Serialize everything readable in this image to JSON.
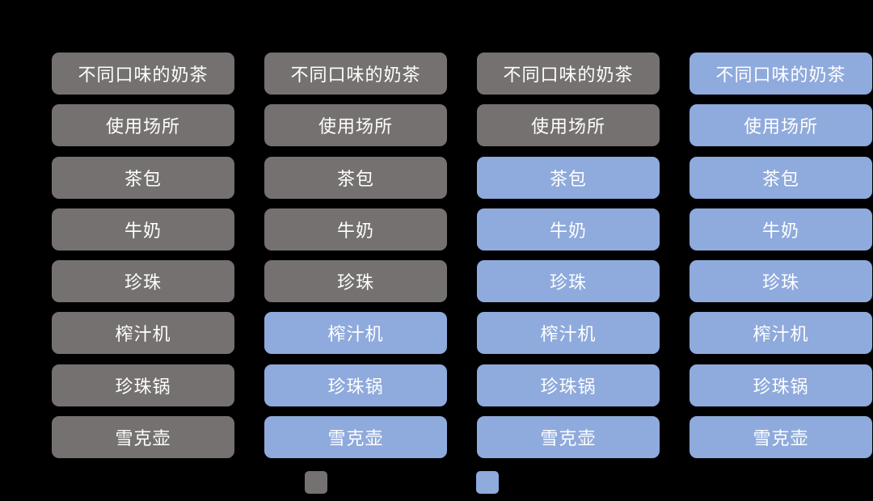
{
  "background": "#000000",
  "colors": {
    "base": "#767171",
    "highlight": "#8FAADC",
    "text": "#FFFFFF"
  },
  "columns": [
    {
      "name": "column-1",
      "cells": [
        {
          "label": "不同口味的奶茶",
          "state": "base"
        },
        {
          "label": "使用场所",
          "state": "base"
        },
        {
          "label": "茶包",
          "state": "base"
        },
        {
          "label": "牛奶",
          "state": "base"
        },
        {
          "label": "珍珠",
          "state": "base"
        },
        {
          "label": "榨汁机",
          "state": "base"
        },
        {
          "label": "珍珠锅",
          "state": "base"
        },
        {
          "label": "雪克壶",
          "state": "base"
        }
      ]
    },
    {
      "name": "column-2",
      "cells": [
        {
          "label": "不同口味的奶茶",
          "state": "base"
        },
        {
          "label": "使用场所",
          "state": "base"
        },
        {
          "label": "茶包",
          "state": "base"
        },
        {
          "label": "牛奶",
          "state": "base"
        },
        {
          "label": "珍珠",
          "state": "base"
        },
        {
          "label": "榨汁机",
          "state": "highlight"
        },
        {
          "label": "珍珠锅",
          "state": "highlight"
        },
        {
          "label": "雪克壶",
          "state": "highlight"
        }
      ]
    },
    {
      "name": "column-3",
      "cells": [
        {
          "label": "不同口味的奶茶",
          "state": "base"
        },
        {
          "label": "使用场所",
          "state": "base"
        },
        {
          "label": "茶包",
          "state": "highlight"
        },
        {
          "label": "牛奶",
          "state": "highlight"
        },
        {
          "label": "珍珠",
          "state": "highlight"
        },
        {
          "label": "榨汁机",
          "state": "highlight"
        },
        {
          "label": "珍珠锅",
          "state": "highlight"
        },
        {
          "label": "雪克壶",
          "state": "highlight"
        }
      ]
    },
    {
      "name": "column-4",
      "cells": [
        {
          "label": "不同口味的奶茶",
          "state": "highlight"
        },
        {
          "label": "使用场所",
          "state": "highlight"
        },
        {
          "label": "茶包",
          "state": "highlight"
        },
        {
          "label": "牛奶",
          "state": "highlight"
        },
        {
          "label": "珍珠",
          "state": "highlight"
        },
        {
          "label": "榨汁机",
          "state": "highlight"
        },
        {
          "label": "珍珠锅",
          "state": "highlight"
        },
        {
          "label": "雪克壶",
          "state": "highlight"
        }
      ]
    }
  ],
  "legend": {
    "items": [
      {
        "name": "base-swatch",
        "state": "base",
        "color": "#767171"
      },
      {
        "name": "highlight-swatch",
        "state": "highlight",
        "color": "#8FAADC"
      }
    ]
  }
}
